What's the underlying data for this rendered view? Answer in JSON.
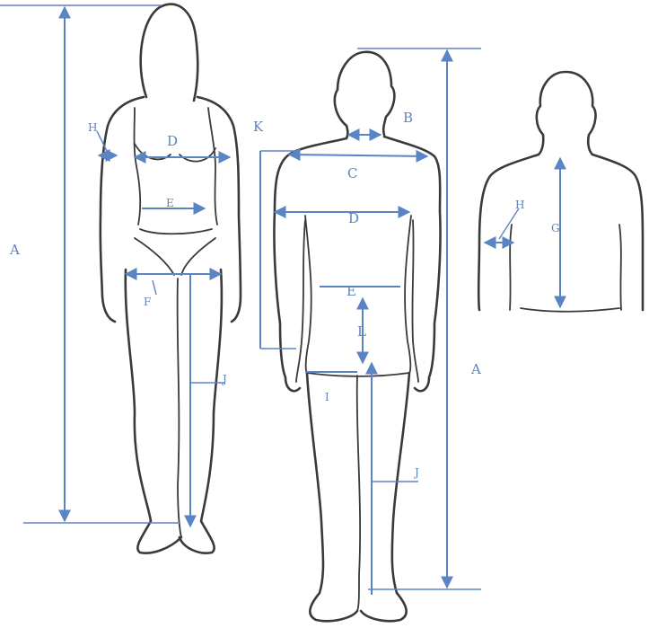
{
  "labels": {
    "a_left": "A",
    "a_right": "A",
    "b": "B",
    "c": "C",
    "d_woman": "D",
    "d_man": "D",
    "e_woman": "E",
    "e_man": "E",
    "f": "F",
    "g": "G",
    "h_woman": "H",
    "h_back": "H",
    "i": "I",
    "j_woman": "J",
    "j_man": "J",
    "k": "K",
    "l": "L"
  },
  "colors": {
    "measure": "#5b84c4",
    "outline": "#3a3a3a",
    "background": "#ffffff"
  }
}
